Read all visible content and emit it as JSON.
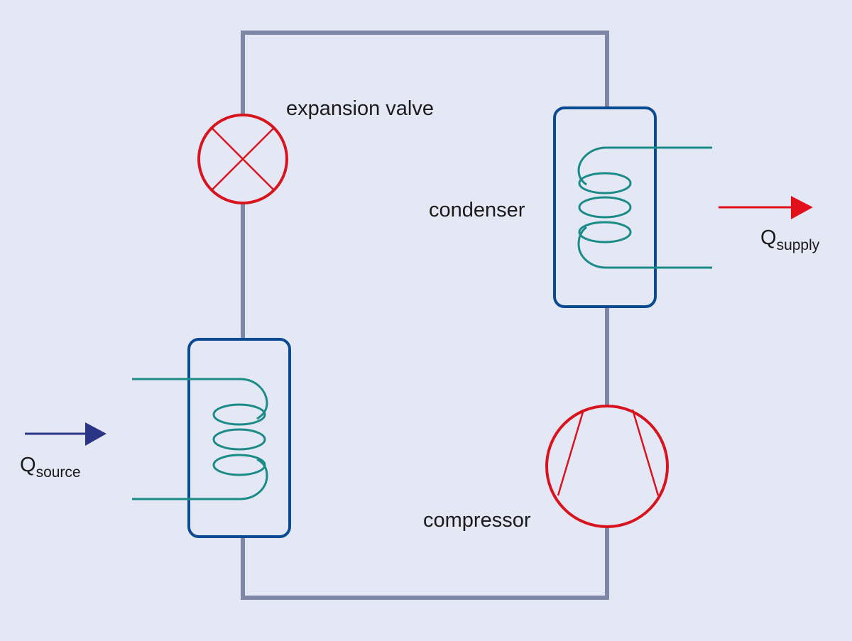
{
  "diagram": {
    "labels": {
      "expansion_valve": "expansion valve",
      "condenser": "condenser",
      "compressor": "compressor"
    },
    "heat_flows": {
      "source": {
        "symbol": "Q",
        "subscript": "source",
        "direction": "in"
      },
      "supply": {
        "symbol": "Q",
        "subscript": "supply",
        "direction": "out"
      }
    }
  },
  "colors": {
    "background": "#e4e8f5",
    "pipe": "#7e87a6",
    "exchanger_frame": "#0d4a94",
    "coil": "#1a8b87",
    "valve_and_compressor": "#d8141f",
    "source_arrow": "#2b3585",
    "supply_arrow": "#e2101b",
    "text": "#1b1b1b"
  }
}
